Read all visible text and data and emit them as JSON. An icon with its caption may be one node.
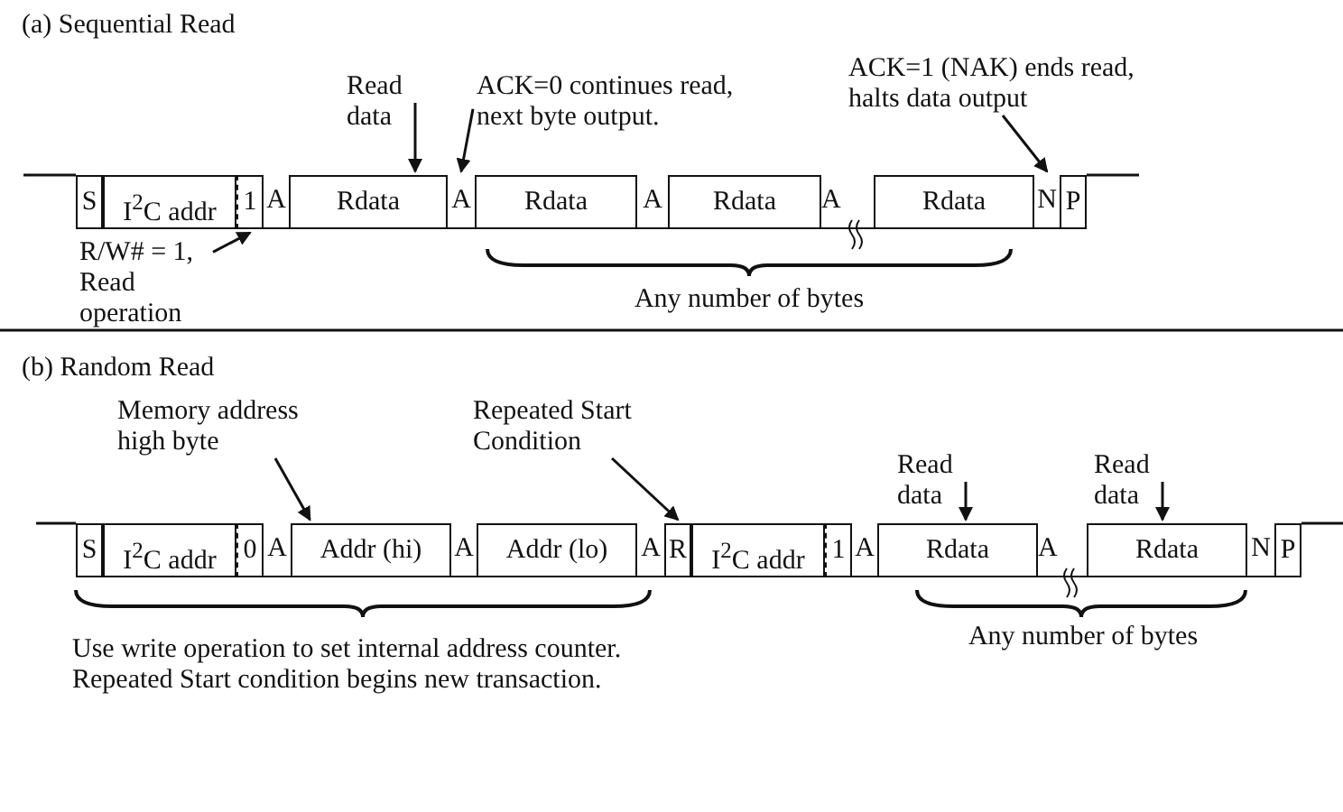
{
  "diagram": {
    "nodes": [
      {
        "text": [
          "S"
        ]
      },
      {
        "text": [
          "I$^{2}$C addr"
        ]
      },
      {
        "text": [
          "1"
        ]
      },
      {
        "text": [
          "A"
        ]
      },
      {
        "text": [
          "Rdata"
        ]
      },
      {
        "text": [
          "A"
        ]
      },
      {
        "text": [
          "Rdata"
        ]
      },
      {
        "text": [
          "A"
        ]
      },
      {
        "text": [
          "Rdata"
        ]
      },
      {
        "text": [
          "A"
        ]
      },
      {
        "text": [
          "Rdata"
        ]
      },
      {
        "text": [
          "N"
        ]
      },
      {
        "text": [
          "P"
        ]
      },
      {
        "text": [
          "Read data"
        ]
      },
      {
        "text": [
          "ACK=0 continues read, next byte output."
        ]
      },
      {
        "text": [
          "ACK=1 (NAK) ends read, halts data output"
        ]
      },
      {
        "text": [
          "R/W# = 1, Read operation"
        ]
      },
      {
        "text": [
          "S"
        ]
      },
      {
        "text": [
          "I$^{2}$C addr"
        ]
      },
      {
        "text": [
          "0"
        ]
      },
      {
        "text": [
          "A"
        ]
      },
      {
        "text": [
          "Addr (hi)"
        ]
      },
      {
        "text": [
          "A"
        ]
      },
      {
        "text": [
          "Addr (lo)"
        ]
      },
      {
        "text": [
          "A"
        ]
      },
      {
        "text": [
          "R"
        ]
      },
      {
        "text": [
          "I$^{2}$C addr"
        ]
      },
      {
        "text": [
          "1"
        ]
      },
      {
        "text": [
          "A"
        ]
      },
      {
        "text": [
          "Rdata"
        ]
      },
      {
        "text": [
          "A"
        ]
      },
      {
        "text": [
          "Rdata"
        ]
      },
      {
        "text": [
          "N"
        ]
      },
      {
        "text": [
          "P"
        ]
      },
      {
        "text": [
          "Memory address high byte"
        ]
      },
      {
        "text": [
          "Repeated Start Condition"
        ]
      },
      {
        "text": [
          "Read data"
        ]
      },
      {
        "text": [
          "Read data"
        ]
      }
    ],
    "edges": [
      {
        "from": 13,
        "to": 4,
        "arrow": "to"
      },
      {
        "from": 14,
        "to": 5,
        "arrow": "to"
      },
      {
        "from": 15,
        "to": 11,
        "arrow": "to"
      },
      {
        "from": 16,
        "to": 2,
        "arrow": "to"
      },
      {
        "from": 34,
        "to": 21,
        "arrow": "to"
      },
      {
        "from": 35,
        "to": 25,
        "arrow": "to"
      },
      {
        "from": 36,
        "to": 29,
        "arrow": "to"
      },
      {
        "from": 37,
        "to": 31,
        "arrow": "to"
      }
    ],
    "labels": [
      "(a) Sequential Read",
      "Any number of bytes",
      "(b) Random Read",
      "Use write operation to set internal address counter. Repeated Start condition begins new transaction.",
      "Any number of bytes"
    ]
  }
}
